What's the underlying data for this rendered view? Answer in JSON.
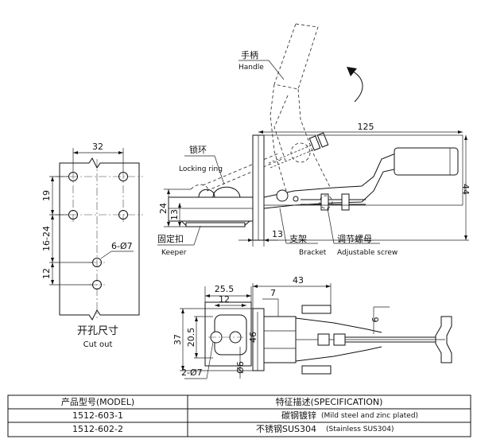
{
  "diagram": {
    "cutout": {
      "title_cn": "开孔尺寸",
      "title_en": "Cut out",
      "dims": {
        "width": "32",
        "upper": "19",
        "mid": "16-24",
        "lower": "12",
        "holes": "6-Ø7"
      }
    },
    "side_view": {
      "labels": {
        "handle_cn": "手柄",
        "handle_en": "Handle",
        "ring_cn": "锁环",
        "ring_en": "Locking ring",
        "keeper_cn": "固定扣",
        "keeper_en": "Keeper",
        "bracket_cn": "支架",
        "bracket_en": "Bracket",
        "screw_cn": "调节螺母",
        "screw_en": "Adjustable screw"
      },
      "dims": {
        "length": "125",
        "height": "44",
        "keeper_h1": "24",
        "keeper_h2": "13",
        "bottom": "13"
      }
    },
    "top_view": {
      "dims": {
        "w1": "25.5",
        "w2": "12",
        "total": "43",
        "seven": "7",
        "h1": "37",
        "h2": "20.5",
        "h3": "46",
        "d6": "Ø6",
        "six": "6",
        "holes": "2-Ø7"
      }
    }
  },
  "spec_table": {
    "headers": [
      "产品型号(MODEL)",
      "特征描述(SPECIFICATION)"
    ],
    "rows": [
      {
        "model": "1512-603-1",
        "spec_cn": "碳钢镀锌",
        "spec_en": "(Mild steel and zinc plated)"
      },
      {
        "model": "1512-602-2",
        "spec_cn": "不锈钢SUS304",
        "spec_en": "(Stainless SUS304)"
      }
    ]
  }
}
